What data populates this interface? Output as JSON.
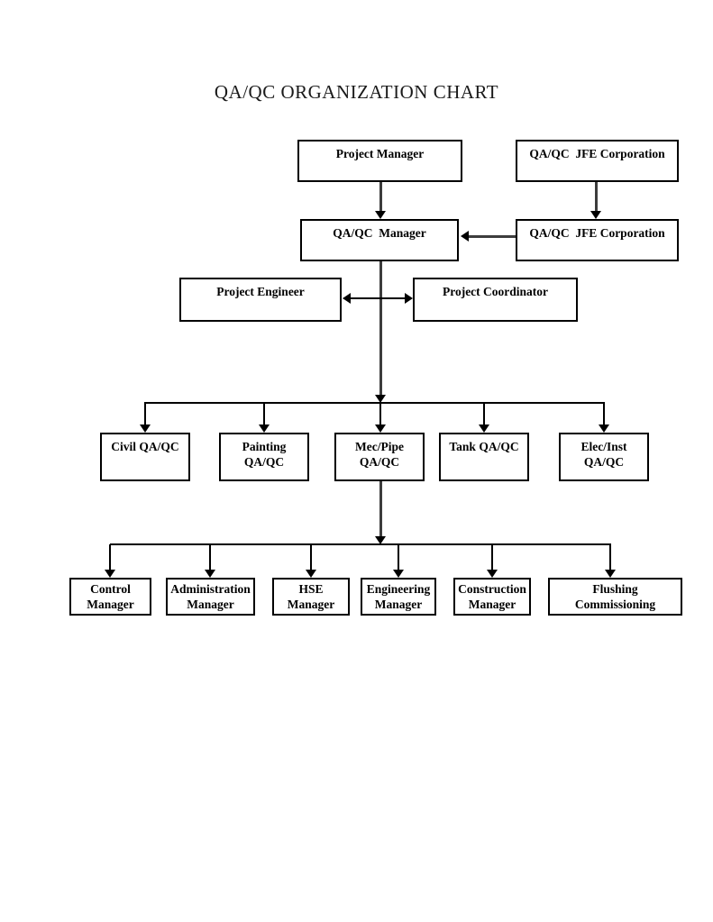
{
  "title": "QA/QC ORGANIZATION CHART",
  "nodes": {
    "project_manager": {
      "label": "Project Manager"
    },
    "qaqc_jfe_top": {
      "label": "QA/QC  JFE Corporation"
    },
    "qaqc_manager": {
      "label": "QA/QC  Manager"
    },
    "qaqc_jfe_mid": {
      "label": "QA/QC  JFE Corporation"
    },
    "project_engineer": {
      "label": "Project Engineer"
    },
    "project_coordinator": {
      "label": "Project Coordinator"
    },
    "civil": {
      "label": "Civil QA/QC"
    },
    "painting": {
      "label": "Painting\nQA/QC"
    },
    "mec_pipe": {
      "label": "Mec/Pipe\nQA/QC"
    },
    "tank": {
      "label": "Tank QA/QC"
    },
    "elec_inst": {
      "label": "Elec/Inst\nQA/QC"
    },
    "control": {
      "label": "Control\nManager"
    },
    "administration": {
      "label": "Administration\nManager"
    },
    "hse": {
      "label": "HSE\nManager"
    },
    "engineering": {
      "label": "Engineering\nManager"
    },
    "construction": {
      "label": "Construction\nManager"
    },
    "flushing": {
      "label": "Flushing\nCommissioning"
    }
  },
  "edges": [
    {
      "from": "project_manager",
      "to": "qaqc_manager",
      "type": "arrow-down"
    },
    {
      "from": "qaqc_jfe_top",
      "to": "qaqc_jfe_mid",
      "type": "arrow-down"
    },
    {
      "from": "qaqc_jfe_mid",
      "to": "qaqc_manager",
      "type": "arrow-left"
    },
    {
      "from": "project_engineer",
      "to": "project_coordinator",
      "type": "arrow-both"
    },
    {
      "from": "qaqc_manager",
      "to": [
        "civil",
        "painting",
        "mec_pipe",
        "tank",
        "elec_inst"
      ],
      "type": "arrow-down-branch"
    },
    {
      "from": "mec_pipe",
      "to": [
        "control",
        "administration",
        "hse",
        "engineering",
        "construction",
        "flushing"
      ],
      "type": "arrow-down-branch"
    }
  ],
  "colors": {
    "background": "#ffffff",
    "box_border": "#000000",
    "text": "#000000",
    "thin_line": "#000000",
    "thick_line": "#3d3d3d"
  }
}
